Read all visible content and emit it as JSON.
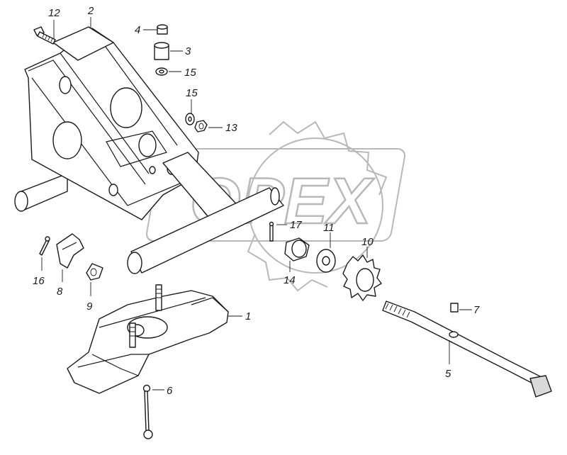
{
  "watermark": {
    "text": "OPEX"
  },
  "callouts": [
    {
      "id": "c1",
      "text": "1"
    },
    {
      "id": "c2",
      "text": "2"
    },
    {
      "id": "c3",
      "text": "3"
    },
    {
      "id": "c4",
      "text": "4"
    },
    {
      "id": "c5",
      "text": "5"
    },
    {
      "id": "c6",
      "text": "6"
    },
    {
      "id": "c7",
      "text": "7"
    },
    {
      "id": "c8",
      "text": "8"
    },
    {
      "id": "c9",
      "text": "9"
    },
    {
      "id": "c10",
      "text": "10"
    },
    {
      "id": "c11",
      "text": "11"
    },
    {
      "id": "c12",
      "text": "12"
    },
    {
      "id": "c13",
      "text": "13"
    },
    {
      "id": "c14",
      "text": "14"
    },
    {
      "id": "c15a",
      "text": "15"
    },
    {
      "id": "c15b",
      "text": "15"
    },
    {
      "id": "c16",
      "text": "16"
    },
    {
      "id": "c17",
      "text": "17"
    }
  ]
}
